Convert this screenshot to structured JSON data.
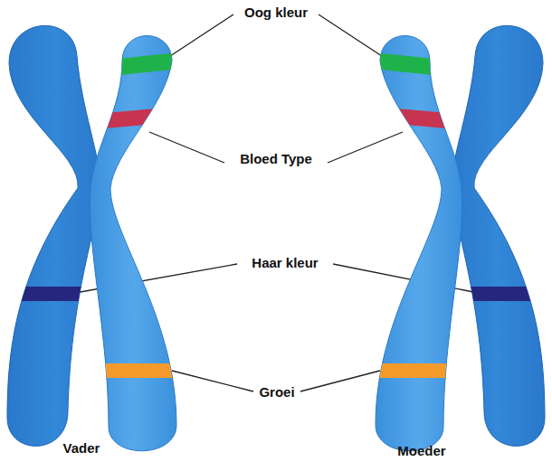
{
  "diagram": {
    "labels": [
      "Oog kleur",
      "Bloed Type",
      "Haar kleur",
      "Groei",
      "Vader",
      "Moeder"
    ]
  }
}
